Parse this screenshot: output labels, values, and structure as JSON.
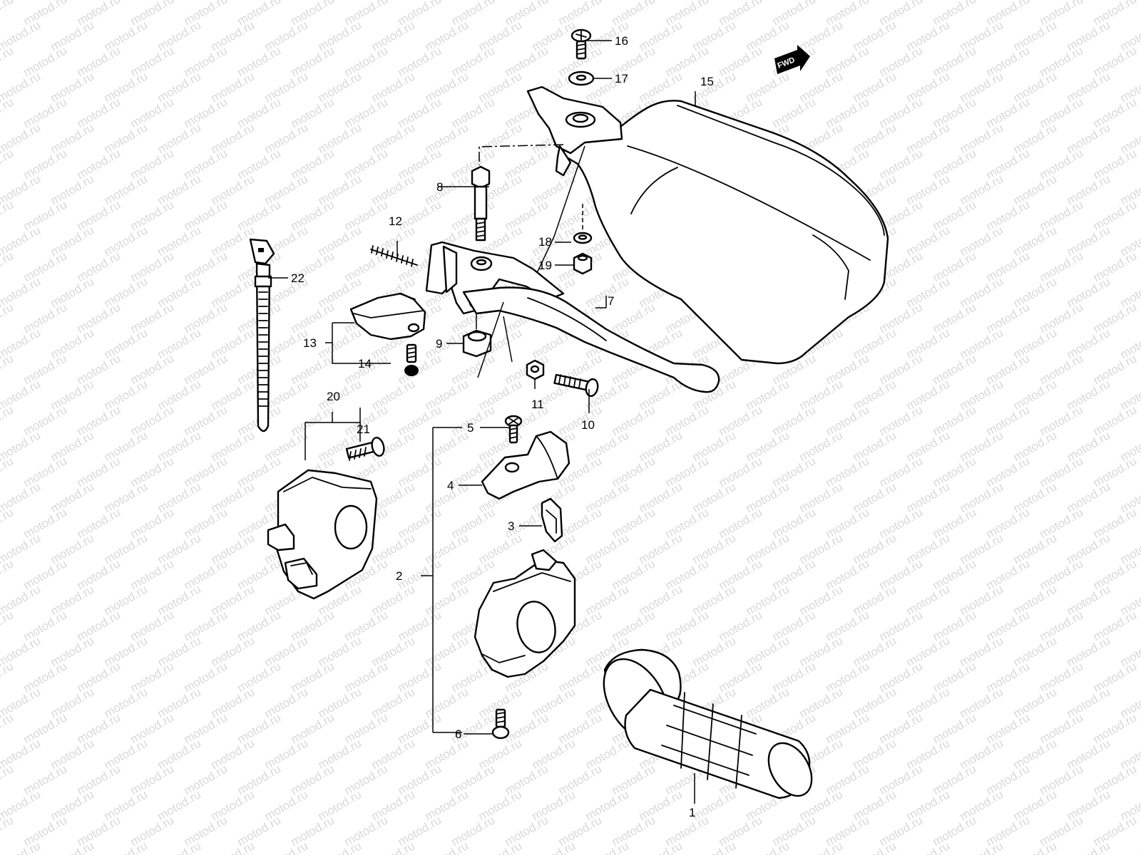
{
  "watermark": {
    "text": "motod.ru",
    "color": "#d9d9d9"
  },
  "direction_badge": {
    "text": "FWD"
  },
  "callouts": [
    {
      "id": "1",
      "text": "1"
    },
    {
      "id": "2",
      "text": "2"
    },
    {
      "id": "3",
      "text": "3"
    },
    {
      "id": "4",
      "text": "4"
    },
    {
      "id": "5",
      "text": "5"
    },
    {
      "id": "6",
      "text": "6"
    },
    {
      "id": "7",
      "text": "7"
    },
    {
      "id": "8",
      "text": "8"
    },
    {
      "id": "9",
      "text": "9"
    },
    {
      "id": "10",
      "text": "10"
    },
    {
      "id": "11",
      "text": "11"
    },
    {
      "id": "12",
      "text": "12"
    },
    {
      "id": "13",
      "text": "13"
    },
    {
      "id": "14",
      "text": "14"
    },
    {
      "id": "15",
      "text": "15"
    },
    {
      "id": "16",
      "text": "16"
    },
    {
      "id": "17",
      "text": "17"
    },
    {
      "id": "18",
      "text": "18"
    },
    {
      "id": "19",
      "text": "19"
    },
    {
      "id": "20",
      "text": "20"
    },
    {
      "id": "21",
      "text": "21"
    },
    {
      "id": "22",
      "text": "22"
    }
  ]
}
